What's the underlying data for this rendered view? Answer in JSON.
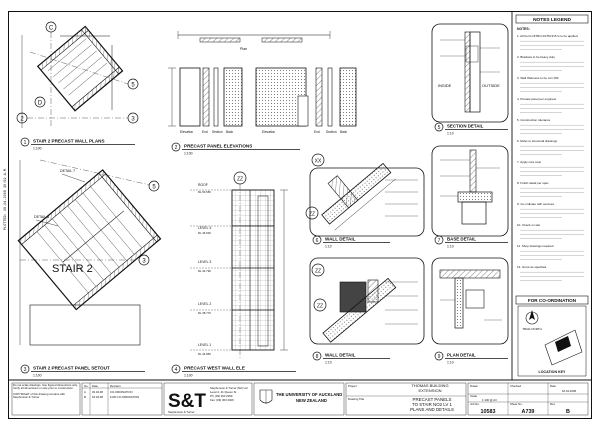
{
  "notes_legend": {
    "title": "NOTES LEGEND",
    "notes_heading": "NOTES:",
    "notes": [
      "1. All Ferro NITRO ASTM 615 is to be applied",
      "2. Brackets to be heavy duty",
      "3. Wall thickness to be min 150",
      "4. Precast panel per engineer",
      "5. Construction tolerance",
      "6. Refer to structural drawings",
      "7. Apply cure coat",
      "8. Finish detail per spec",
      "9. Co-ordinate with services",
      "10. Check on site",
      "11. Shop drawings required",
      "12. Grout as specified"
    ]
  },
  "for_coordination": "FOR CO-ORDINATION",
  "true_north": "TRUE NORTH",
  "location_key": "LOCATION KEY",
  "views": [
    {
      "num": "1",
      "title": "STAIR 2 PRECAST WALL PLANS",
      "scale": "1:100"
    },
    {
      "num": "2",
      "title": "PRECAST PANEL ELEVATIONS",
      "scale": "1:100"
    },
    {
      "num": "3",
      "title": "STAIR 2 PRECAST PANEL SETOUT",
      "scale": "1:100"
    },
    {
      "num": "4",
      "title": "PRECAST WEST WALL ELE",
      "scale": "1:100"
    },
    {
      "num": "5",
      "title": "SECTION DETAIL",
      "scale": "1:10"
    },
    {
      "num": "6",
      "title": "WALL DETAIL",
      "scale": "1:10"
    },
    {
      "num": "7",
      "title": "BASE DETAIL",
      "scale": "1:10"
    },
    {
      "num": "8",
      "title": "WALL DETAIL",
      "scale": "1:10"
    },
    {
      "num": "9",
      "title": "PLAN DETAIL",
      "scale": "1:10"
    }
  ],
  "labels": {
    "stair2": "STAIR 2",
    "detail_7": "DETAIL 7",
    "detail_8": "DETAIL 8",
    "inside": "INSIDE",
    "outside": "OUTSIDE",
    "elevation": "Elevation",
    "section": "Section",
    "end": "End",
    "back": "Back",
    "plan": "Plan",
    "zz": "ZZ",
    "xx": "XX",
    "roof": "ROOF",
    "level4": "LEVEL 4",
    "level3": "LEVEL 3",
    "level2": "LEVEL 2",
    "level1": "LEVEL 1",
    "roof_rl": "RL 50.650",
    "level4_rl": "RL 46.600",
    "level3_rl": "RL 42.790",
    "level2_rl": "RL 38.770",
    "level1_rl": "RL 34.850"
  },
  "title_block": {
    "firm": "S&T",
    "firm_sub": "Stephenson & Turner",
    "firm_address": [
      "Stephenson & Turner (NZ) Ltd",
      "Level 2, 21 Queen St",
      "Ph: (09) 303 2059",
      "Fax: (09) 303 3026"
    ],
    "university": "THE UNIVERSITY OF AUCKLAND",
    "country": "NEW ZEALAND",
    "project_label": "Project",
    "project": [
      "THOMAS BUILDING",
      "EXTENSION"
    ],
    "drawing_label": "Drawing Title",
    "drawing": [
      "PRECAST PANELS",
      "TO STAIR NO2 LV 1",
      "PLANS AND DETAILS"
    ],
    "drawn_label": "Drawn",
    "checked_label": "Checked",
    "date_label": "Date",
    "scale_label": "Scale",
    "job_label": "Job No.",
    "sheet_label": "Sheet No.",
    "rev_label": "Rev",
    "job": "10583",
    "sheet": "A739",
    "rev": "B",
    "date": "18.04.2008",
    "scale": "1:100 @ A3",
    "rev_col_no": "No.",
    "rev_col_date": "Date",
    "rev_col_desc": "Revision",
    "rev_rows": [
      {
        "no": "A",
        "date": "03.04.08",
        "desc": "CO-ORDINATION"
      },
      {
        "no": "B",
        "date": "18.04.08",
        "desc": "FOR CO-ORDINATION"
      }
    ],
    "disclaimer": "Do not scale drawings. Use figured dimensions only. Verify all dimensions on site prior to construction.",
    "copyright": "COPYRIGHT of this drawing remains with Stephenson & Turner",
    "side_note": "PLOTTED: 18.04.2008 10:59 A.M."
  }
}
